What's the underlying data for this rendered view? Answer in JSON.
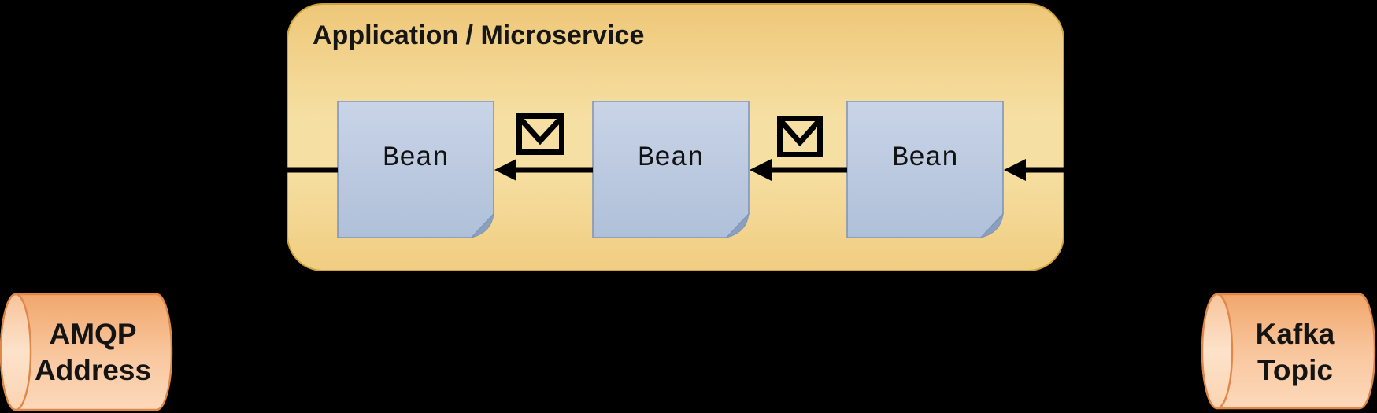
{
  "app_box": {
    "title": "Application / Microservice"
  },
  "beans": [
    {
      "label": "Bean"
    },
    {
      "label": "Bean"
    },
    {
      "label": "Bean"
    }
  ],
  "endpoints": {
    "amqp": {
      "line1": "AMQP",
      "line2": "Address"
    },
    "kafka": {
      "line1": "Kafka",
      "line2": "Topic"
    }
  },
  "icons": {
    "message": "envelope-icon"
  },
  "colors": {
    "background": "#000000",
    "app_box_fill_top": "#eec778",
    "app_box_fill_mid": "#f6dfa2",
    "app_box_fill_bottom": "#f0cd81",
    "app_box_border": "#cda23e",
    "bean_fill_top": "#c9d4e7",
    "bean_fill_bottom": "#afc0d9",
    "bean_border": "#8096ba",
    "bean_fold": "#8ba0bf",
    "cylinder_fill_top": "#f1a76c",
    "cylinder_fill_bottom": "#fcd9ba",
    "cylinder_cap_fill": "#fde2ca",
    "cylinder_border": "#e0874a",
    "connector": "#000000"
  }
}
